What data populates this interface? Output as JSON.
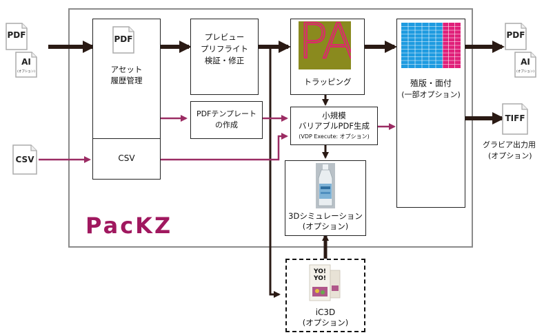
{
  "inputs": {
    "pdf": "PDF",
    "ai": "AI",
    "ai_option": "(オプション)",
    "csv": "CSV"
  },
  "outputs": {
    "pdf": "PDF",
    "ai": "AI",
    "ai_option": "(オプション)",
    "tiff": "TIFF",
    "gravure_line1": "グラビア出力用",
    "gravure_line2": "(オプション)"
  },
  "boxes": {
    "asset_pdf": "PDF",
    "asset_line1": "アセット",
    "asset_line2": "履歴管理",
    "csv": "CSV",
    "preview_line1": "プレビュー",
    "preview_line2": "プリフライト",
    "preview_line3": "検証・修正",
    "pdf_template_line1": "PDFテンプレート",
    "pdf_template_line2": "の作成",
    "trapping_logo": "PA",
    "trapping": "トラッピング",
    "vdp_line1": "小規模",
    "vdp_line2": "バリアブルPDF生成",
    "vdp_line3": "(VDP Execute: オプション)",
    "imposition_line1": "殖版・面付",
    "imposition_line2": "(一部オプション)",
    "sim3d_line1": "3Dシミュレーション",
    "sim3d_line2": "(オプション)",
    "ic3d_line1": "iC3D",
    "ic3d_line2": "(オプション)",
    "ic3d_box_text": "YO! YO!"
  },
  "brand": {
    "logo": "PacKZ",
    "color": "#a0185f"
  },
  "colors": {
    "main_arrow": "#2a1a14",
    "secondary_arrow": "#9b2c63",
    "border": "#888888",
    "pa_bg": "#8a8a1e",
    "pa_letter": "#e0246f",
    "grid_blue": "#1e9be0",
    "grid_pink": "#e0207a"
  }
}
